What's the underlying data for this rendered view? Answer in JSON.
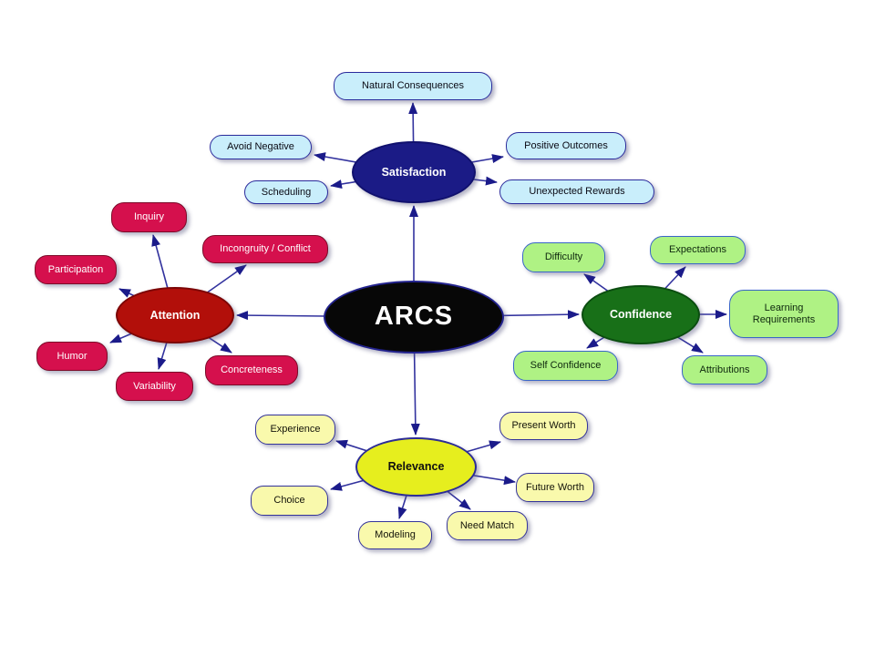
{
  "diagram": {
    "type": "mind-map",
    "center": {
      "label": "ARCS"
    },
    "branches": [
      {
        "label": "Satisfaction",
        "children": [
          {
            "label": "Natural Consequences"
          },
          {
            "label": "Avoid Negative"
          },
          {
            "label": "Scheduling"
          },
          {
            "label": "Positive Outcomes"
          },
          {
            "label": "Unexpected Rewards"
          }
        ]
      },
      {
        "label": "Attention",
        "children": [
          {
            "label": "Inquiry"
          },
          {
            "label": "Participation"
          },
          {
            "label": "Incongruity / Conflict"
          },
          {
            "label": "Humor"
          },
          {
            "label": "Variability"
          },
          {
            "label": "Concreteness"
          }
        ]
      },
      {
        "label": "Confidence",
        "children": [
          {
            "label": "Difficulty"
          },
          {
            "label": "Expectations"
          },
          {
            "label": "Learning Requirements"
          },
          {
            "label": "Self Confidence"
          },
          {
            "label": "Attributions"
          }
        ]
      },
      {
        "label": "Relevance",
        "children": [
          {
            "label": "Experience"
          },
          {
            "label": "Choice"
          },
          {
            "label": "Present Worth"
          },
          {
            "label": "Future Worth"
          },
          {
            "label": "Modeling"
          },
          {
            "label": "Need Match"
          }
        ]
      }
    ],
    "colors": {
      "background": "#ffffff",
      "edge-line": "#32329e",
      "edge-arrow": "#1b1b8a",
      "arcs-fill": "#070707",
      "arcs-border": "#23238e",
      "arcs-text": "#ffffff",
      "satisfaction-fill": "#1b1b86",
      "satisfaction-border": "#11116e",
      "satisfaction-text": "#ffffff",
      "satisfaction-child-fill": "#c9eefb",
      "satisfaction-child-border": "#2b2b9c",
      "satisfaction-child-text": "#0a0a14",
      "attention-fill": "#b20f0a",
      "attention-border": "#7c0606",
      "attention-text": "#ffffff",
      "attention-child-fill": "#d5104d",
      "attention-child-border": "#7c0a28",
      "attention-child-text": "#ffffff",
      "confidence-fill": "#187018",
      "confidence-border": "#0b4d10",
      "confidence-text": "#ffffff",
      "confidence-child-fill": "#aff284",
      "confidence-child-border": "#3a66c8",
      "confidence-child-text": "#0e280e",
      "relevance-fill": "#e6ee1e",
      "relevance-border": "#2c2c96",
      "relevance-text": "#101010",
      "relevance-child-fill": "#f9f9ac",
      "relevance-child-border": "#34349a",
      "relevance-child-text": "#14140a",
      "shadow": "rgba(90,90,130,0.45)"
    }
  }
}
